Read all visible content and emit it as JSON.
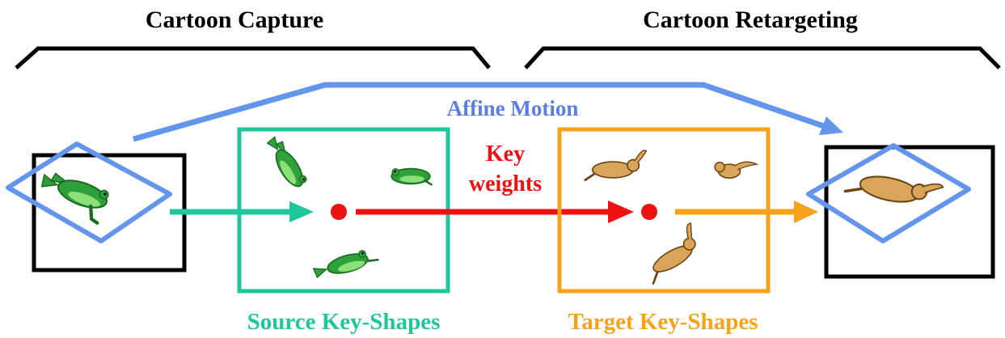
{
  "headings": {
    "capture": "Cartoon Capture",
    "retargeting": "Cartoon Retargeting"
  },
  "labels": {
    "affine_motion": "Affine Motion",
    "key_weights_line1": "Key",
    "key_weights_line2": "weights",
    "source_key_shapes": "Source Key-Shapes",
    "target_key_shapes": "Target Key-Shapes"
  },
  "colors": {
    "black": "#000000",
    "affine_blue": "#6495ED",
    "affine_text": "#5B7FE0",
    "source_teal": "#1FC79C",
    "weights_red": "#EE1111",
    "target_orange": "#F7A21B",
    "frog_green": "#2FA13A",
    "frog_light": "#8CE07A",
    "rabbit_tan": "#D9A55A"
  },
  "icons": {
    "input_character": "frog-icon",
    "source_shapes": [
      "frog-icon",
      "frog-icon",
      "frog-icon"
    ],
    "target_shapes": [
      "rabbit-icon",
      "rabbit-icon",
      "rabbit-icon"
    ],
    "output_character": "rabbit-icon"
  }
}
